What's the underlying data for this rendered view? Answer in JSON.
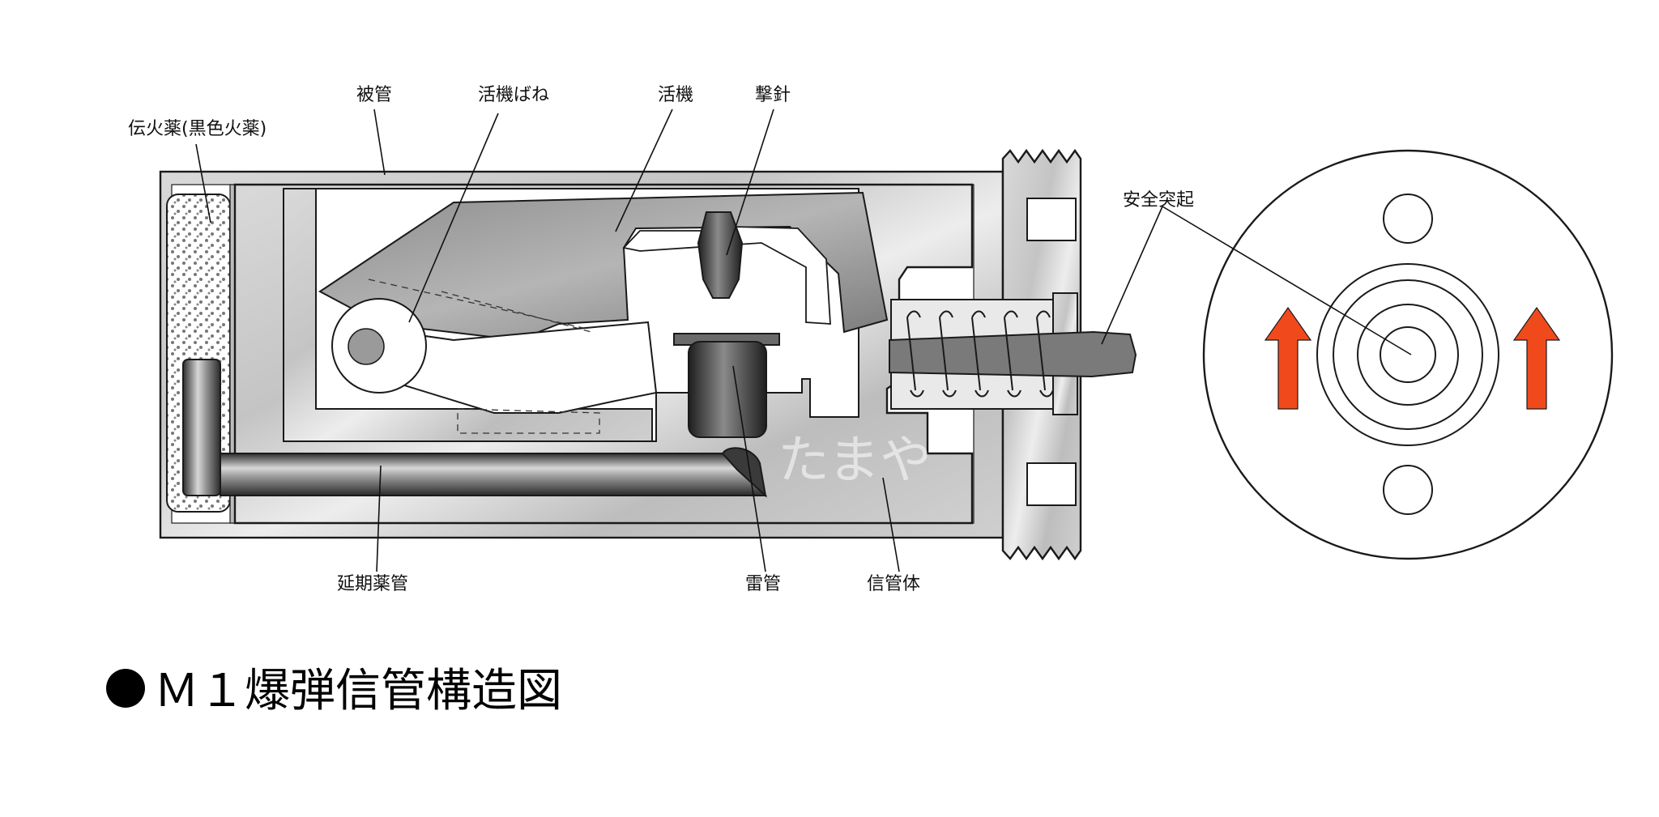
{
  "title": "Ｍ１爆弾信管構造図",
  "watermark": "たまや",
  "labels": {
    "ignition_charge": "伝火薬(黒色火薬)",
    "casing": "被管",
    "striker_spring": "活機ばね",
    "striker": "活機",
    "firing_pin": "撃針",
    "safety_protrusion": "安全突起",
    "delay_tube": "延期薬管",
    "detonator": "雷管",
    "fuze_body": "信管体"
  },
  "colors": {
    "arrow": "#f04a1c",
    "metal_light": "#e4e4e4",
    "metal_dark": "#6e6e6e",
    "outline": "#1a1a1a"
  }
}
